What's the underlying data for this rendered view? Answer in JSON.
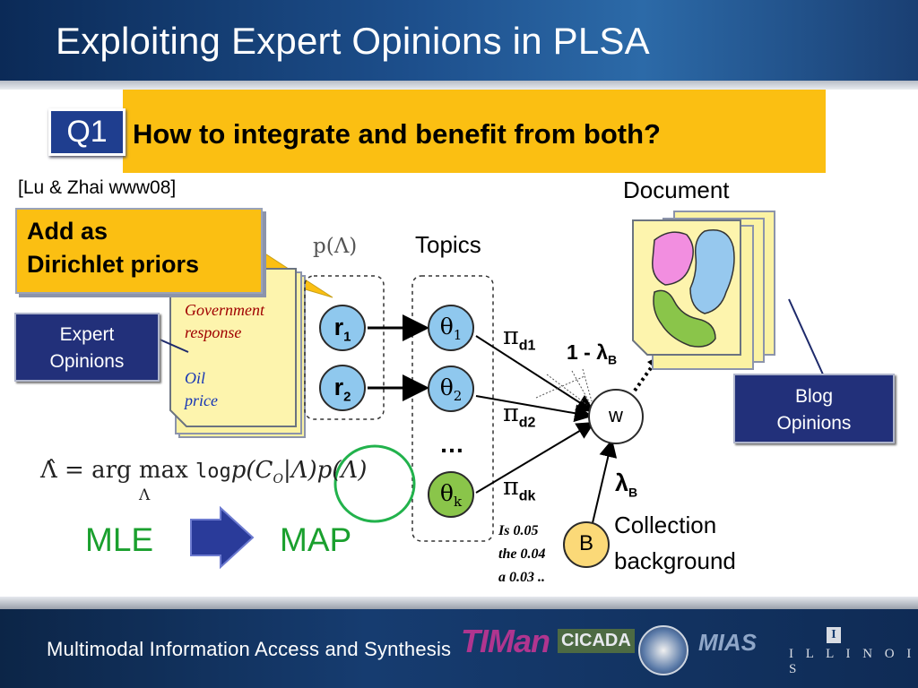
{
  "title": "Exploiting Expert Opinions in PLSA",
  "question": {
    "badge": "Q1",
    "text": "How to integrate and benefit from both?"
  },
  "citation": "[Lu & Zhai www08]",
  "callout": "Add as\nDirichlet priors",
  "expert_box": "Expert\nOpinions",
  "blog_box": "Blog\nOpinions",
  "document_label": "Document",
  "topics_label": "Topics",
  "prior_label": "p(Λ)",
  "expert_doc": {
    "topic1": "Government\nresponse",
    "topic2": "Oil\nprice"
  },
  "nodes": {
    "r1": "r",
    "r1_sub": "1",
    "r2": "r",
    "r2_sub": "2",
    "t1": "θ",
    "t1_sub": "1",
    "t2": "θ",
    "t2_sub": "2",
    "tk": "θ",
    "tk_sub": "k",
    "ellipsis": "…",
    "w": "w",
    "b": "B"
  },
  "weights": {
    "pi_d1": "d1",
    "pi_d2": "d2",
    "pi_dk": "dk",
    "pi": "π",
    "one_minus_lambda": "1 - λ",
    "lambda": "λ",
    "lambda_sub": "B"
  },
  "collection": {
    "words": "Is 0.05\nthe  0.04\na 0.03 ..",
    "label": "Collection\nbackground"
  },
  "formula": {
    "lhs": "Λ̂ = arg max",
    "mid": "log",
    "body": "p(C",
    "sub_o": "O",
    "rest": "|Λ)",
    "prior": "p(Λ)",
    "under": "Λ"
  },
  "mle": "MLE",
  "map": "MAP",
  "footer": {
    "text": "Multimodal Information Access and Synthesis",
    "logos": [
      "TIMan",
      "CICADA",
      "MIAS",
      "I L L I N O I S"
    ],
    "illinois_mark": "I"
  },
  "colors": {
    "accent_yellow": "#fbbf12",
    "navy": "#22307a",
    "topic_blue": "#8fc8ee",
    "topic_green": "#8ac54a",
    "mle_green": "#1aa02e",
    "circle_green": "#22b24c"
  }
}
